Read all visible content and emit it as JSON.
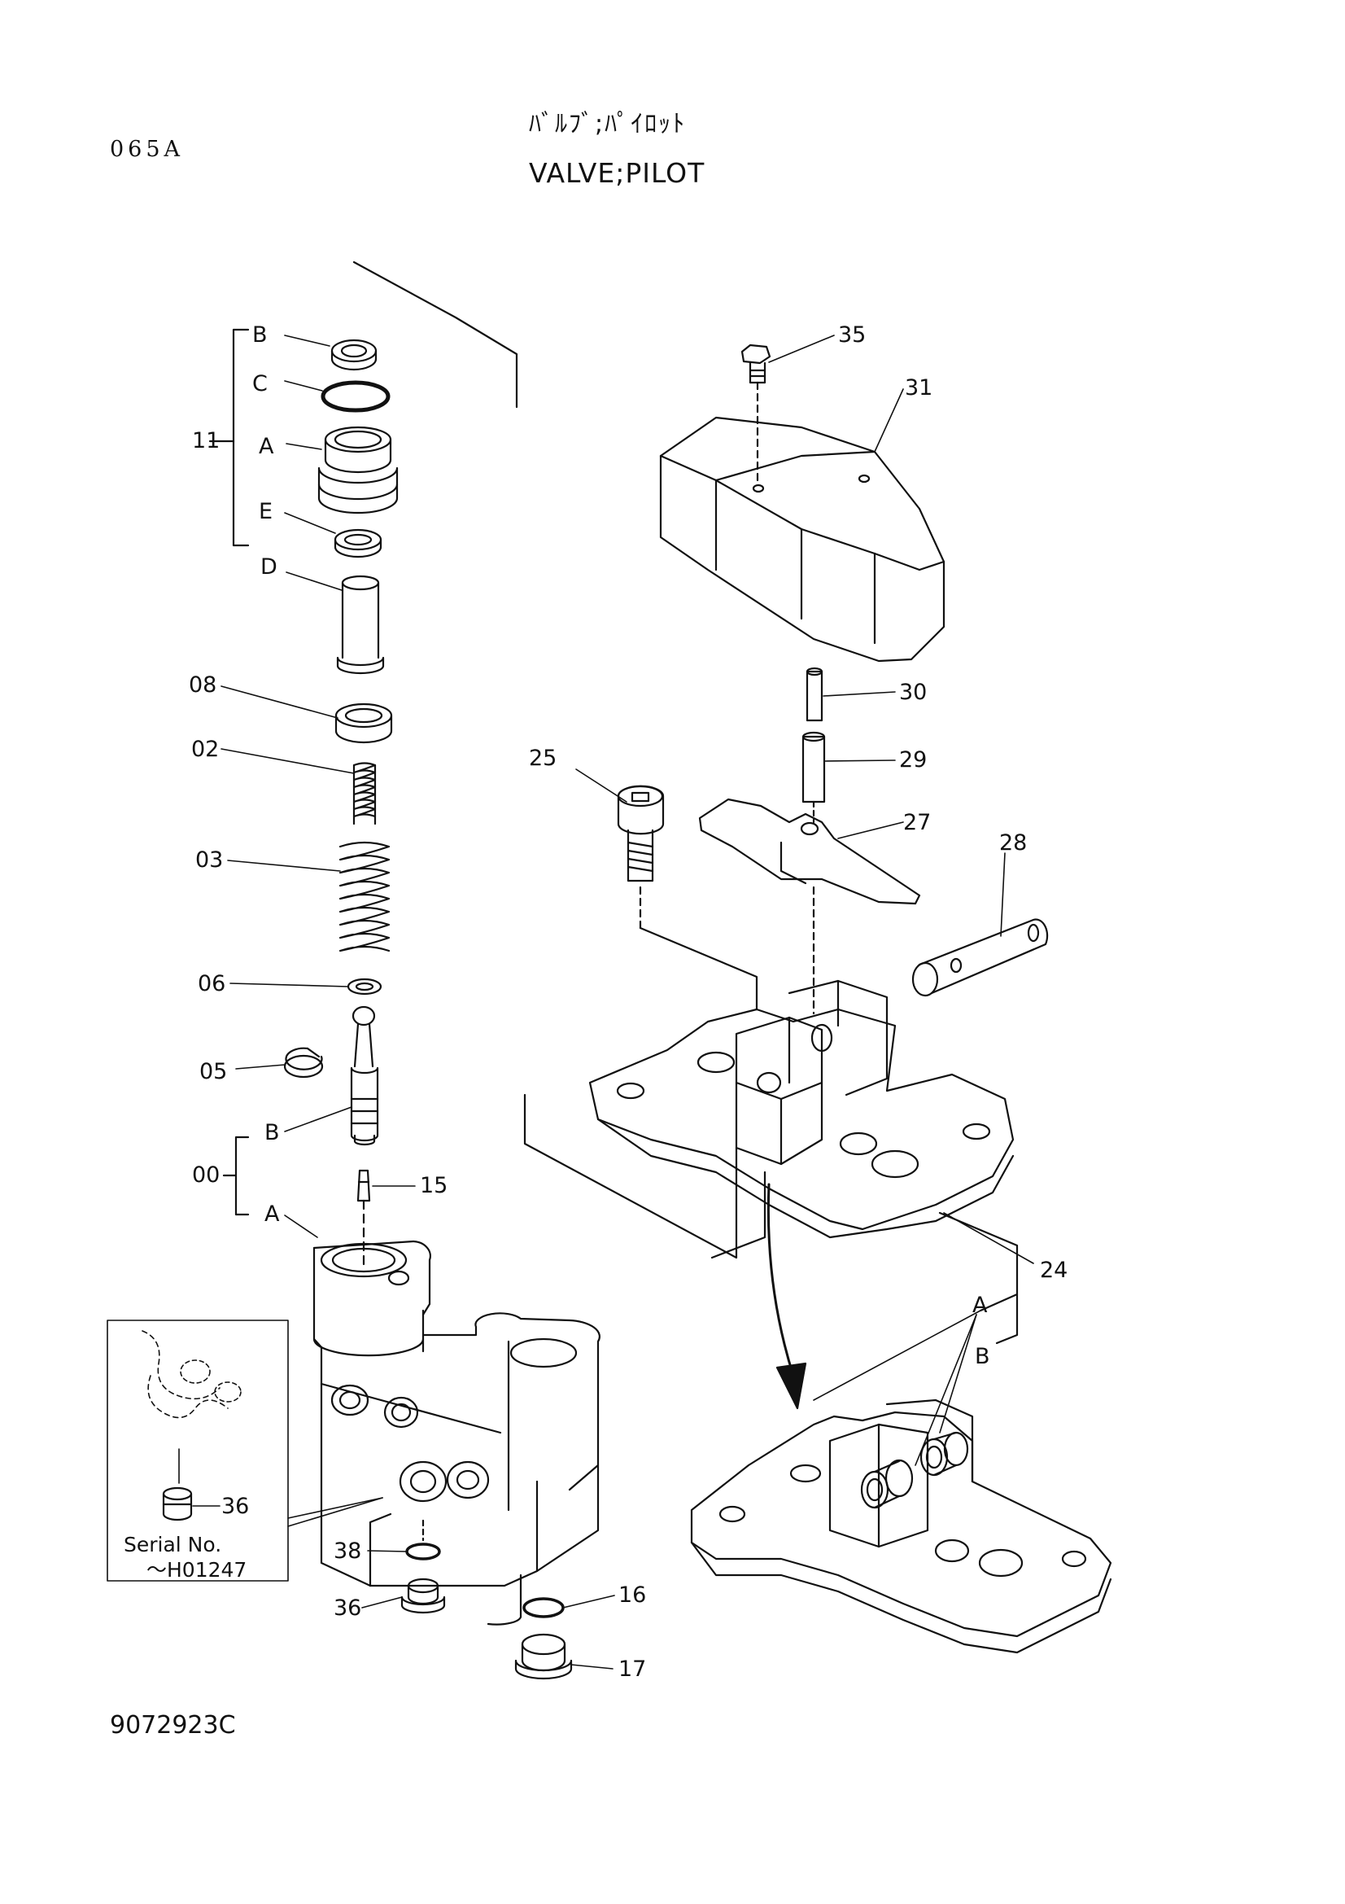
{
  "header": {
    "page_code": "065A",
    "title_jp": "ﾊﾞﾙﾌﾞ;ﾊﾟｲﾛｯﾄ",
    "title_en": "VALVE;PILOT"
  },
  "footer": {
    "drawing_number": "9072923C"
  },
  "callouts": {
    "b_top": "B",
    "c": "C",
    "eleven": "11",
    "a_top": "A",
    "e": "E",
    "d": "D",
    "p08": "08",
    "p02": "02",
    "p03": "03",
    "p06": "06",
    "p05": "05",
    "b_mid": "B",
    "p00": "00",
    "p15": "15",
    "a_mid": "A",
    "p36_inset": "36",
    "p38": "38",
    "p36": "36",
    "p16": "16",
    "p17": "17",
    "p35": "35",
    "p31": "31",
    "p30": "30",
    "p29": "29",
    "p25": "25",
    "p27": "27",
    "p28": "28",
    "p24": "24",
    "a_right": "A",
    "b_right": "B"
  },
  "inset": {
    "serial_label": "Serial No.",
    "serial_value": "～H01247"
  }
}
